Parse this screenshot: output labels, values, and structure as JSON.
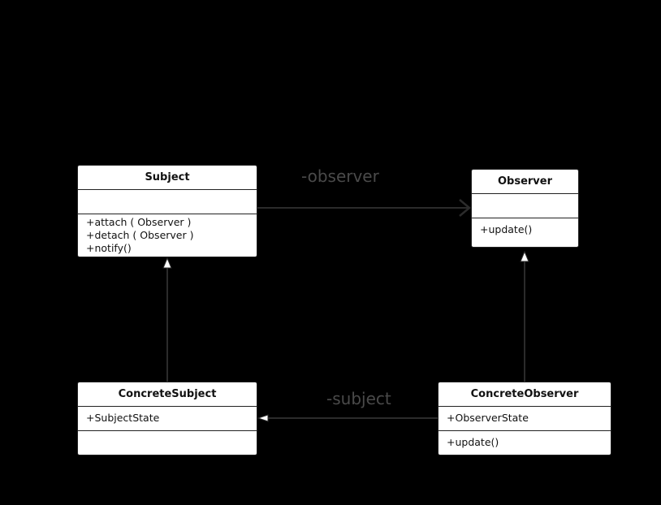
{
  "classes": {
    "subject": {
      "name": "Subject",
      "attributes": [],
      "operations": [
        "+attach ( Observer )",
        "+detach ( Observer )",
        "+notify()"
      ]
    },
    "observer": {
      "name": "Observer",
      "attributes": [],
      "operations": [
        "+update()"
      ]
    },
    "concrete_subject": {
      "name": "ConcreteSubject",
      "attributes": [
        "+SubjectState"
      ],
      "operations": []
    },
    "concrete_observer": {
      "name": "ConcreteObserver",
      "attributes": [
        "+ObserverState"
      ],
      "operations": [
        "+update()"
      ]
    }
  },
  "associations": {
    "observer_role": "-observer",
    "subject_role": "-subject"
  },
  "colors": {
    "background": "#000000",
    "box_fill": "#ffffff",
    "line": "#2b2b2b",
    "label": "#4a4a4a"
  }
}
